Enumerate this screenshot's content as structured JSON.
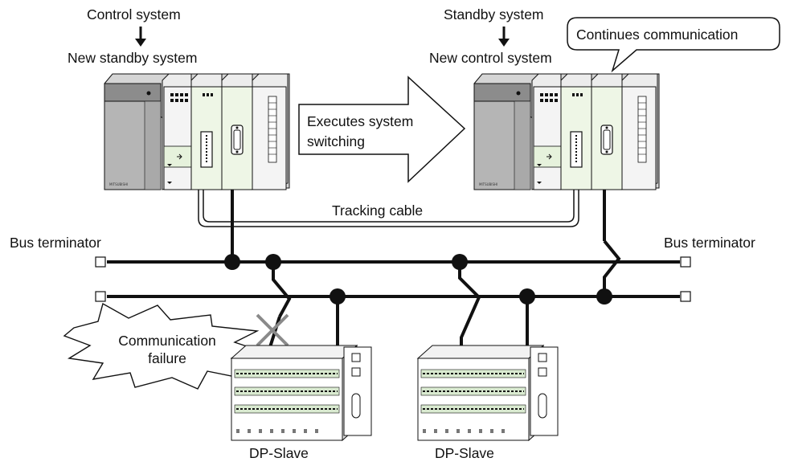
{
  "left_group": {
    "label_top": "Control system",
    "label_bottom": "New standby system"
  },
  "right_group": {
    "label_top": "Standby system",
    "label_bottom": "New control system",
    "callout": "Continues communication"
  },
  "switch_arrow": {
    "line1": "Executes system",
    "line2": "switching"
  },
  "tracking_cable": "Tracking cable",
  "bus_terminator_left": "Bus terminator",
  "bus_terminator_right": "Bus terminator",
  "failure_burst": {
    "line1": "Communication",
    "line2": "failure"
  },
  "slave_left": "DP-Slave",
  "slave_right": "DP-Slave",
  "colors": {
    "line": "#111111",
    "plc_dark": "#8c8c8c",
    "plc_mid": "#c8c8c8",
    "plc_light": "#e9e9e9",
    "accent_green": "#e6f2dc"
  }
}
